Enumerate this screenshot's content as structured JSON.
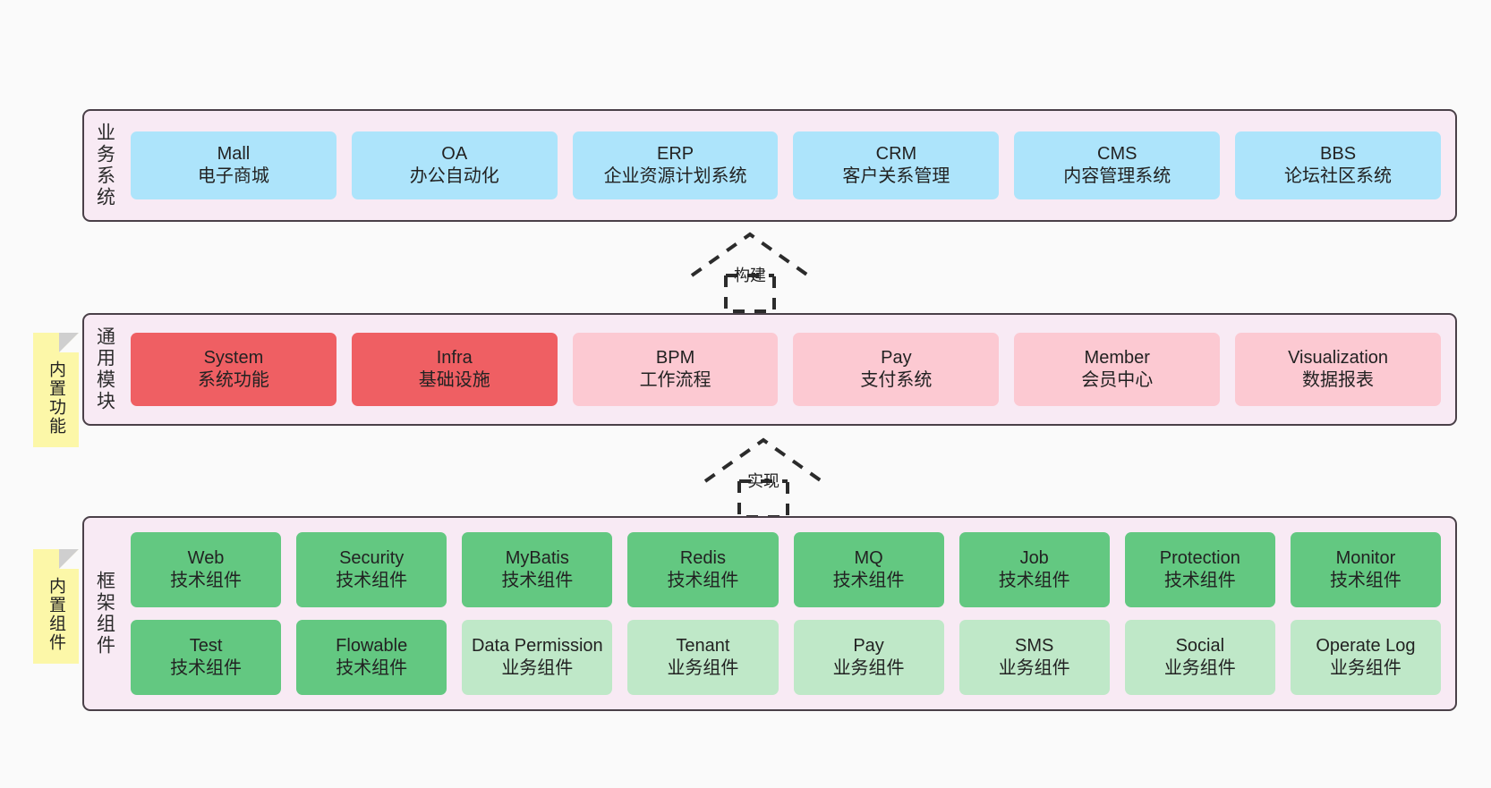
{
  "diagram": {
    "title": "System architecture layers",
    "colors": {
      "canvas_bg": "#fafafa",
      "layer_bg": "#f8eaf4",
      "layer_border": "#4a4048",
      "business_card": "#ade4fb",
      "common_strong": "#ef5f63",
      "common_soft": "#fcc9d2",
      "framework_tech": "#63c881",
      "framework_biz": "#bfe8c8",
      "note_bg": "#fcf7a8",
      "note_fold": "#cfcfcf"
    }
  },
  "notes": [
    {
      "name": "builtin-function",
      "label": "内置功能"
    },
    {
      "name": "builtin-component",
      "label": "内置组件"
    }
  ],
  "arrows": [
    {
      "name": "build",
      "label": "构建"
    },
    {
      "name": "realize",
      "label": "实现"
    }
  ],
  "layers": {
    "business": {
      "title": "业务系统",
      "rows": [
        [
          {
            "title": "Mall",
            "subtitle": "电子商城"
          },
          {
            "title": "OA",
            "subtitle": "办公自动化"
          },
          {
            "title": "ERP",
            "subtitle": "企业资源计划系统"
          },
          {
            "title": "CRM",
            "subtitle": "客户关系管理"
          },
          {
            "title": "CMS",
            "subtitle": "内容管理系统"
          },
          {
            "title": "BBS",
            "subtitle": "论坛社区系统"
          }
        ]
      ]
    },
    "common": {
      "title": "通用模块",
      "rows": [
        [
          {
            "title": "System",
            "subtitle": "系统功能",
            "tone": "strong"
          },
          {
            "title": "Infra",
            "subtitle": "基础设施",
            "tone": "strong"
          },
          {
            "title": "BPM",
            "subtitle": "工作流程",
            "tone": "soft"
          },
          {
            "title": "Pay",
            "subtitle": "支付系统",
            "tone": "soft"
          },
          {
            "title": "Member",
            "subtitle": "会员中心",
            "tone": "soft"
          },
          {
            "title": "Visualization",
            "subtitle": "数据报表",
            "tone": "soft"
          }
        ]
      ]
    },
    "framework": {
      "title": "框架组件",
      "rows": [
        [
          {
            "title": "Web",
            "subtitle": "技术组件",
            "tone": "tech"
          },
          {
            "title": "Security",
            "subtitle": "技术组件",
            "tone": "tech"
          },
          {
            "title": "MyBatis",
            "subtitle": "技术组件",
            "tone": "tech"
          },
          {
            "title": "Redis",
            "subtitle": "技术组件",
            "tone": "tech"
          },
          {
            "title": "MQ",
            "subtitle": "技术组件",
            "tone": "tech"
          },
          {
            "title": "Job",
            "subtitle": "技术组件",
            "tone": "tech"
          },
          {
            "title": "Protection",
            "subtitle": "技术组件",
            "tone": "tech"
          },
          {
            "title": "Monitor",
            "subtitle": "技术组件",
            "tone": "tech"
          }
        ],
        [
          {
            "title": "Test",
            "subtitle": "技术组件",
            "tone": "tech"
          },
          {
            "title": "Flowable",
            "subtitle": "技术组件",
            "tone": "tech"
          },
          {
            "title": "Data Permission",
            "subtitle": "业务组件",
            "tone": "biz"
          },
          {
            "title": "Tenant",
            "subtitle": "业务组件",
            "tone": "biz"
          },
          {
            "title": "Pay",
            "subtitle": "业务组件",
            "tone": "biz"
          },
          {
            "title": "SMS",
            "subtitle": "业务组件",
            "tone": "biz"
          },
          {
            "title": "Social",
            "subtitle": "业务组件",
            "tone": "biz"
          },
          {
            "title": "Operate Log",
            "subtitle": "业务组件",
            "tone": "biz"
          }
        ]
      ]
    }
  }
}
